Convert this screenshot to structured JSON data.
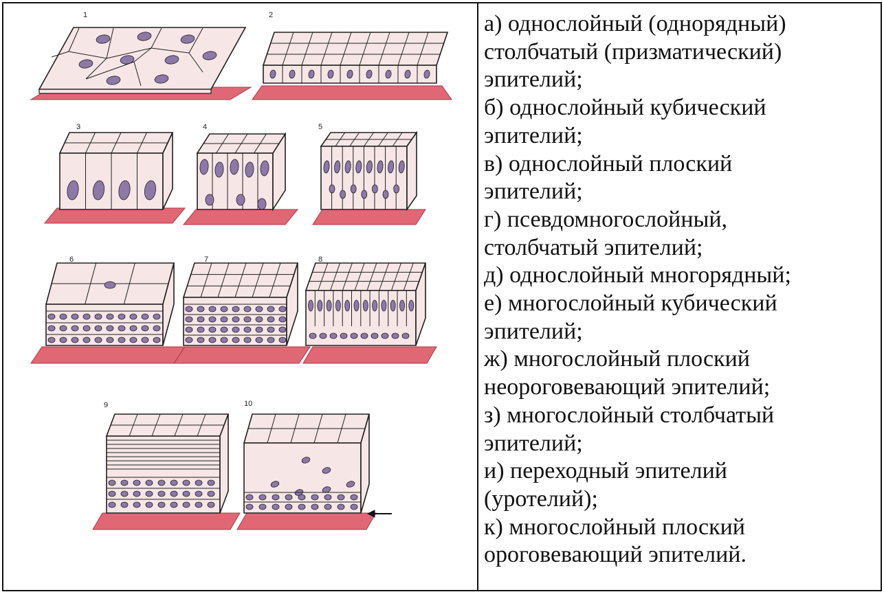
{
  "figure": {
    "panel_numbers": [
      "1",
      "2",
      "3",
      "4",
      "5",
      "6",
      "7",
      "8",
      "9",
      "10"
    ],
    "colors": {
      "cell": "#f6e7e6",
      "cell_outline": "#202020",
      "nucleus": "#8e78a8",
      "basement": "#e06874",
      "basement_edge": "#a83a48",
      "arrow": "#111111"
    }
  },
  "legend": {
    "lines": [
      "а) однослойный (однорядный)",
      "столбчатый (призматический)",
      "эпителий;",
      "б) однослойный кубический",
      "эпителий;",
      "в) однослойный плоский",
      "эпителий;",
      "г) псевдомногослойный,",
      "столбчатый эпителий;",
      "д) однослойный многорядный;",
      "е) многослойный кубический",
      "эпителий;",
      "ж) многослойный плоский",
      "неороговевающий эпителий;",
      "з) многослойный столбчатый",
      "эпителий;",
      "и) переходный эпителий",
      "(уротелий);",
      "к) многослойный плоский",
      "ороговевающий эпителий."
    ]
  }
}
